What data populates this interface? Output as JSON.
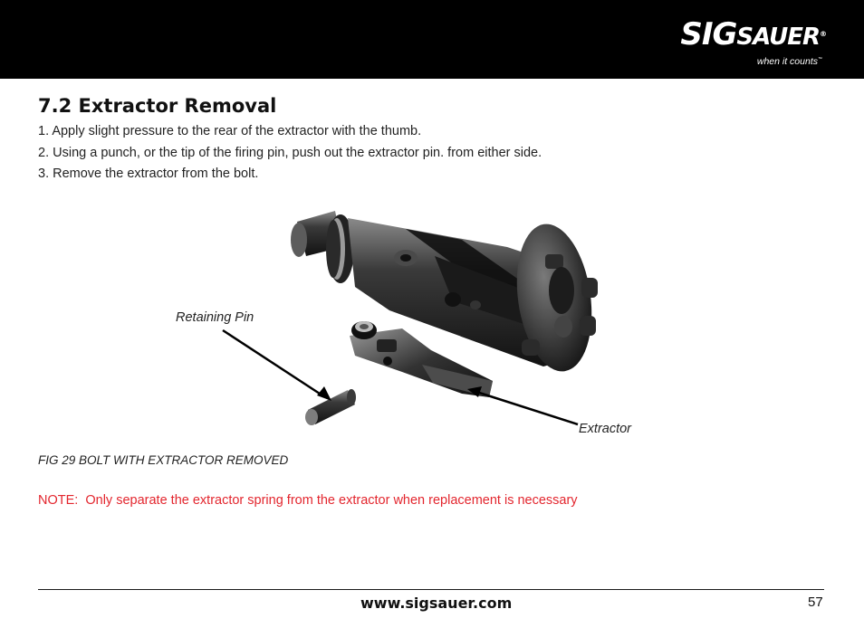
{
  "header": {
    "logo": {
      "brand_part1": "SIG",
      "brand_part2": "SAUER",
      "registered_mark": "®",
      "tagline": "when it counts",
      "tagline_mark": "™"
    }
  },
  "section": {
    "title": "7.2 Extractor Removal",
    "steps": [
      "1. Apply slight pressure to the rear of the extractor with the thumb.",
      "2. Using a punch, or the tip of the firing pin, push out the extractor pin. from either side.",
      "3. Remove the extractor from the bolt."
    ]
  },
  "figure": {
    "callouts": {
      "retaining_pin": "Retaining Pin",
      "extractor": "Extractor"
    },
    "caption": "FIG 29 BOLT WITH EXTRACTOR REMOVED"
  },
  "note": "NOTE:  Only separate the extractor spring from the extractor when replacement is necessary",
  "footer": {
    "url": "www.sigsauer.com",
    "page_number": "57"
  },
  "colors": {
    "header_background": "#000000",
    "note_text": "#e3262e",
    "body_text": "#222222"
  }
}
